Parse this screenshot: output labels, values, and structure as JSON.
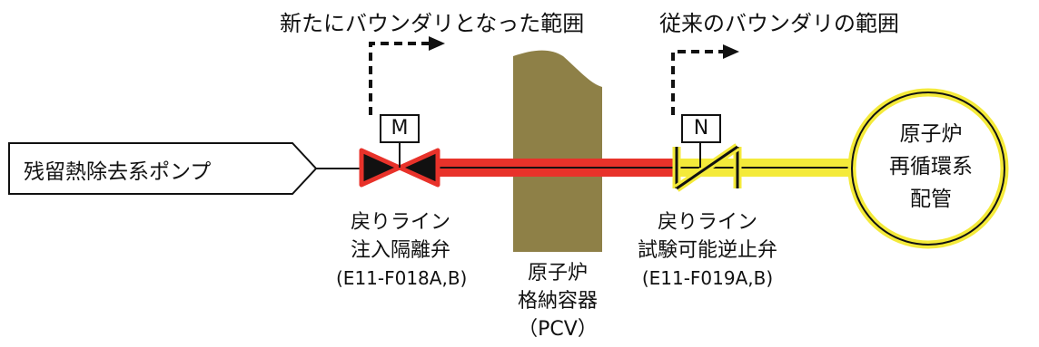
{
  "labels": {
    "new_boundary": "新たにバウンダリとなった範囲",
    "old_boundary": "従来のバウンダリの範囲",
    "pump": "残留熱除去系ポンプ",
    "vessel_line1": "原子炉",
    "vessel_line2": "再循環系",
    "vessel_line3": "配管",
    "valve1_line1": "戻りライン",
    "valve1_line2": "注入隔離弁",
    "valve1_code": "(E11-F018A,B)",
    "valve2_line1": "戻りライン",
    "valve2_line2": "試験可能逆止弁",
    "valve2_code": "(E11-F019A,B)",
    "pcv_line1": "原子炉",
    "pcv_line2": "格納容器",
    "pcv_line3": "（PCV）",
    "actuator_m": "M",
    "actuator_n": "N"
  },
  "colors": {
    "new_boundary_line": "#e8322a",
    "old_boundary_line": "#f4ea3a",
    "pcv_wall": "#8e8047",
    "outline": "#111111"
  }
}
